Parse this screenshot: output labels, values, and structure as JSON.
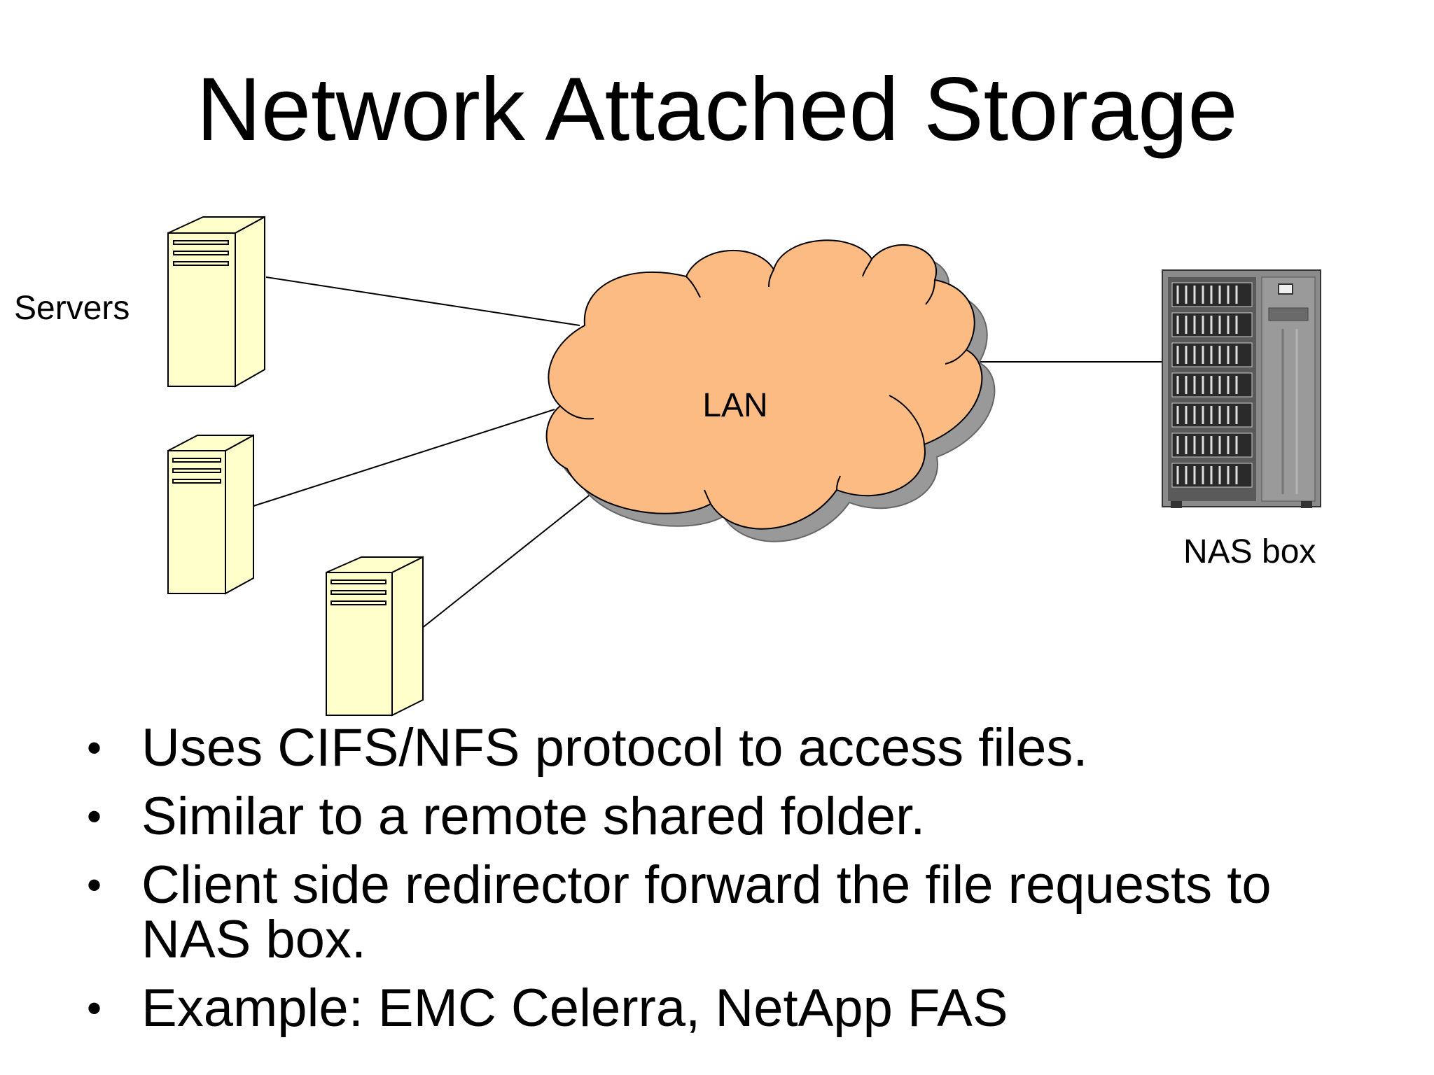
{
  "slide": {
    "title": "Network Attached Storage"
  },
  "diagram": {
    "servers_label": "Servers",
    "lan_label": "LAN",
    "nas_label": "NAS box",
    "colors": {
      "server_fill": "#ffffcc",
      "cloud_fill": "#fcbb82",
      "cloud_shadow": "#999999",
      "nas_body": "#808080",
      "line": "#000000"
    }
  },
  "bullets": [
    "Uses CIFS/NFS protocol to access files.",
    "Similar to a remote shared folder.",
    "Client side redirector forward the file requests to NAS box.",
    "Example: EMC Celerra, NetApp FAS"
  ]
}
